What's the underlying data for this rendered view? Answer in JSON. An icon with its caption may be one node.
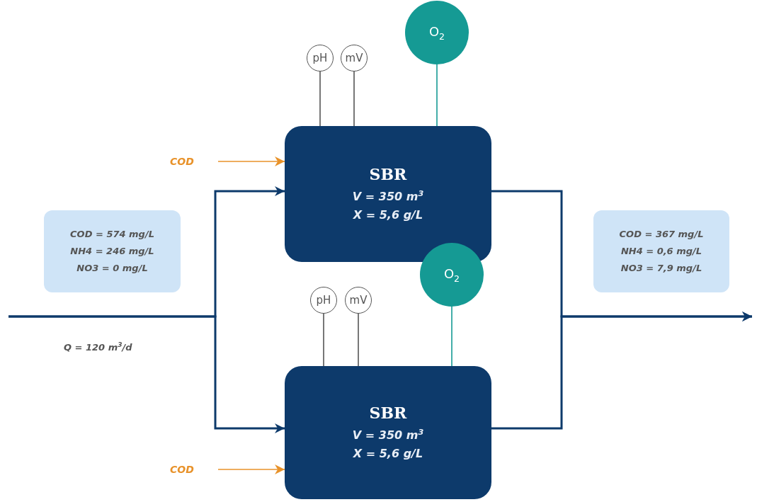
{
  "diagram": {
    "nodes": [
      {
        "text": [
          "SBR",
          "V = 350 m$^{3}$",
          "X = 5,6 g/L"
        ]
      },
      {
        "text": [
          "SBR",
          "V = 350 m$^{3}$",
          "X = 5,6 g/L"
        ]
      },
      {
        "text": [
          "pH"
        ]
      },
      {
        "text": [
          "mV"
        ]
      },
      {
        "text": [
          "O$_{2}$"
        ]
      },
      {
        "text": [
          "pH"
        ]
      },
      {
        "text": [
          "mV"
        ]
      },
      {
        "text": [
          "O$_{2}$"
        ]
      },
      {
        "text": [
          "COD"
        ]
      },
      {
        "text": [
          "COD"
        ]
      },
      {
        "text": [
          "COD = 574 mg/L",
          "NH4 = 246 mg/L",
          "NO3 = 0 mg/L"
        ]
      },
      {
        "text": [
          "COD = 367 mg/L",
          "NH4 = 0,6 mg/L",
          "NO3 = 7,9 mg/L"
        ]
      }
    ],
    "edges": [
      {
        "from": null,
        "to": 0,
        "arrow": "to"
      },
      {
        "from": null,
        "to": 1,
        "arrow": "to"
      },
      {
        "from": 0,
        "to": null,
        "arrow": "to"
      },
      {
        "from": 1,
        "to": null,
        "arrow": "to"
      },
      {
        "from": 2,
        "to": 0,
        "arrow": "none",
        "color": "#555555"
      },
      {
        "from": 3,
        "to": 0,
        "arrow": "none",
        "color": "#555555"
      },
      {
        "from": 4,
        "to": 0,
        "arrow": "none",
        "color": "#159a94"
      },
      {
        "from": 5,
        "to": 1,
        "arrow": "none",
        "color": "#555555"
      },
      {
        "from": 6,
        "to": 1,
        "arrow": "none",
        "color": "#555555"
      },
      {
        "from": 7,
        "to": 1,
        "arrow": "none",
        "color": "#159a94"
      },
      {
        "from": 8,
        "to": 0,
        "arrow": "to",
        "color": "#e8922a"
      },
      {
        "from": 9,
        "to": 1,
        "arrow": "to",
        "color": "#e8922a"
      }
    ],
    "labels": [
      "Q = 120 m$^{3}$/d"
    ]
  }
}
